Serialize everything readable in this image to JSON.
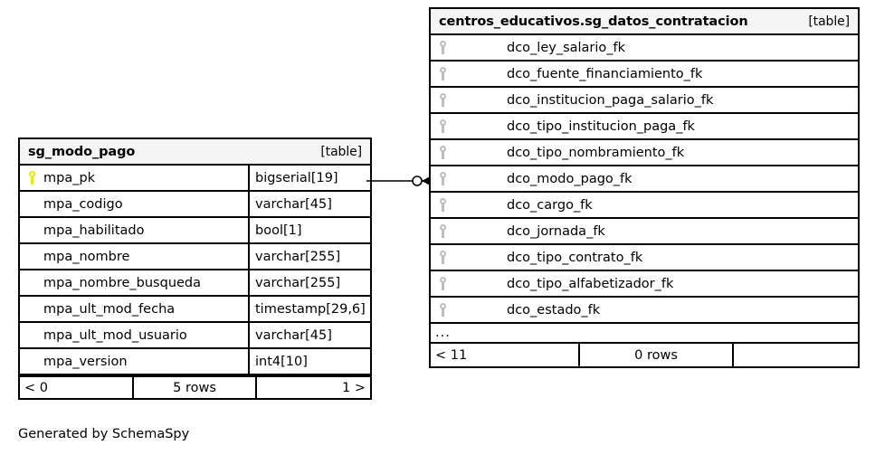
{
  "diagram": {
    "caption": "Generated by SchemaSpy",
    "relationship": {
      "name": "sg_modo_pago-to-sg_datos_contratacion",
      "from_column": "mpa_pk",
      "to_column": "dco_modo_pago_fk",
      "notation": "crows-foot",
      "source_cardinality": "zero-or-one",
      "target_cardinality": "many"
    },
    "colors": {
      "border": "#000000",
      "header_background": "#f5f5f5",
      "primary_key_icon": "#e8e81c",
      "foreign_key_icon": "#bdbdbd",
      "background": "#ffffff"
    }
  },
  "tables": [
    {
      "id": "sg_modo_pago",
      "title": "sg_modo_pago",
      "kind": "[table]",
      "columns": [
        {
          "name": "mpa_pk",
          "type": "bigserial[19]",
          "key": "pk"
        },
        {
          "name": "mpa_codigo",
          "type": "varchar[45]",
          "key": "none"
        },
        {
          "name": "mpa_habilitado",
          "type": "bool[1]",
          "key": "none"
        },
        {
          "name": "mpa_nombre",
          "type": "varchar[255]",
          "key": "none"
        },
        {
          "name": "mpa_nombre_busqueda",
          "type": "varchar[255]",
          "key": "none"
        },
        {
          "name": "mpa_ult_mod_fecha",
          "type": "timestamp[29,6]",
          "key": "none"
        },
        {
          "name": "mpa_ult_mod_usuario",
          "type": "varchar[45]",
          "key": "none"
        },
        {
          "name": "mpa_version",
          "type": "int4[10]",
          "key": "none"
        }
      ],
      "has_ellipsis": false,
      "footer": {
        "prev": "< 0",
        "rows": "5 rows",
        "next": "1 >"
      }
    },
    {
      "id": "sg_datos_contratacion",
      "title": "centros_educativos.sg_datos_contratacion",
      "kind": "[table]",
      "columns": [
        {
          "name": "dco_ley_salario_fk",
          "key": "fk"
        },
        {
          "name": "dco_fuente_financiamiento_fk",
          "key": "fk"
        },
        {
          "name": "dco_institucion_paga_salario_fk",
          "key": "fk"
        },
        {
          "name": "dco_tipo_institucion_paga_fk",
          "key": "fk"
        },
        {
          "name": "dco_tipo_nombramiento_fk",
          "key": "fk"
        },
        {
          "name": "dco_modo_pago_fk",
          "key": "fk"
        },
        {
          "name": "dco_cargo_fk",
          "key": "fk"
        },
        {
          "name": "dco_jornada_fk",
          "key": "fk"
        },
        {
          "name": "dco_tipo_contrato_fk",
          "key": "fk"
        },
        {
          "name": "dco_tipo_alfabetizador_fk",
          "key": "fk"
        },
        {
          "name": "dco_estado_fk",
          "key": "fk"
        }
      ],
      "has_ellipsis": true,
      "ellipsis": "...",
      "footer": {
        "prev": "< 11",
        "rows": "0 rows",
        "next": ""
      }
    }
  ]
}
